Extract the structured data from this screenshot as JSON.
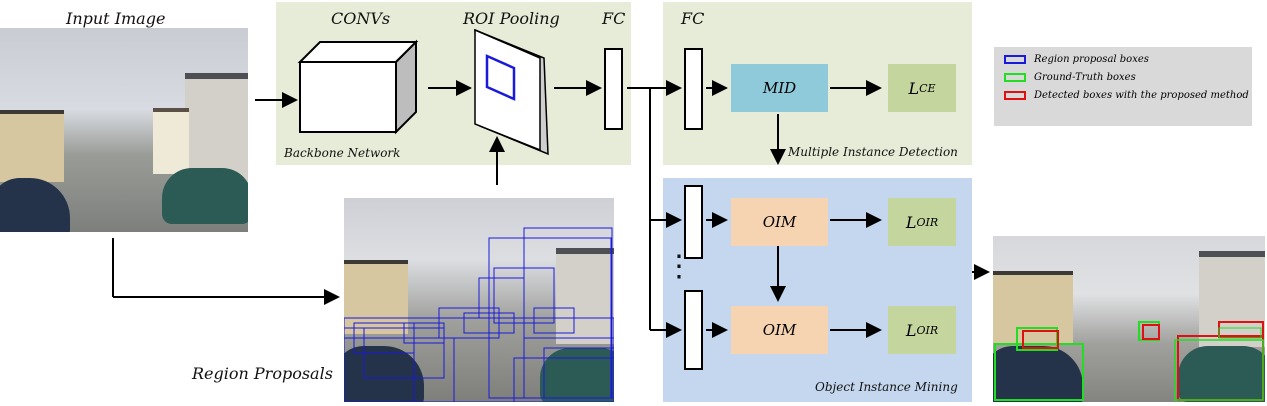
{
  "labels": {
    "input_image": "Input Image",
    "convs": "CONVs",
    "roi_pooling": "ROI Pooling",
    "fc1": "FC",
    "fc2": "FC",
    "backbone": "Backbone Network",
    "region_proposals": "Region Proposals",
    "multiple_instance_detection": "Multiple Instance Detection",
    "object_instance_mining": "Object Instance Mining"
  },
  "modules": {
    "mid": "MID",
    "oim_1": "OIM",
    "oim_2": "OIM"
  },
  "losses": {
    "ce_main": "L",
    "ce_sub": "CE",
    "oir1_main": "L",
    "oir1_sub": "OIR",
    "oir2_main": "L",
    "oir2_sub": "OIR"
  },
  "legend": {
    "items": [
      {
        "label": "Region proposal boxes",
        "color": "#1a1adb"
      },
      {
        "label": "Ground-Truth boxes",
        "color": "#22dd22"
      },
      {
        "label": "Detected boxes with the proposed method",
        "color": "#dd1111"
      }
    ]
  },
  "colors": {
    "green_panel": "#e6ecd7",
    "blue_panel": "#c5d7ee",
    "mid": "#8ecad9",
    "oim": "#f6d3b1",
    "loss": "#c5d59e",
    "legend_bg": "#d9d9d9"
  },
  "icons": {
    "vertical_dots": "⋮"
  }
}
